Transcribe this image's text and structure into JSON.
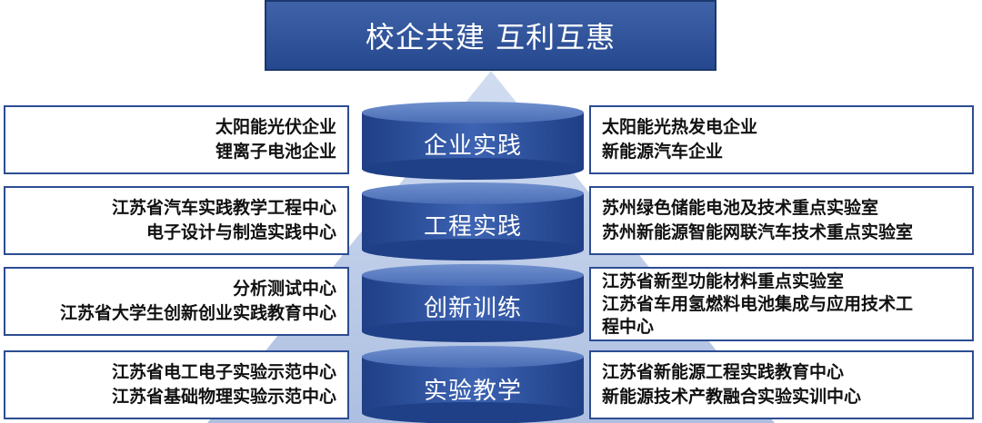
{
  "title": "校企共建 互利互惠",
  "layers": [
    {
      "label": "企业实践",
      "left": [
        "太阳能光伏企业",
        "锂离子电池企业"
      ],
      "right": [
        "太阳能光热发电企业",
        "新能源汽车企业"
      ]
    },
    {
      "label": "工程实践",
      "left": [
        "江苏省汽车实践教学工程中心",
        "电子设计与制造实践中心"
      ],
      "right": [
        "苏州绿色储能电池及技术重点实验室",
        "苏州新能源智能网联汽车技术重点实验室"
      ]
    },
    {
      "label": "创新训练",
      "left": [
        "分析测试中心",
        "江苏省大学生创新创业实践教育中心"
      ],
      "right": [
        "江苏省新型功能材料重点实验室",
        "江苏省车用氢燃料电池集成与应用技术工",
        "程中心"
      ]
    },
    {
      "label": "实验教学",
      "left": [
        "江苏省电工电子实验示范中心",
        "江苏省基础物理实验示范中心"
      ],
      "right": [
        "江苏省新能源工程实践教育中心",
        "新能源技术产教融合实验实训中心"
      ]
    }
  ],
  "colors": {
    "title_bg": "#2f53a0",
    "box_border": "#2c4d92",
    "cylinder": "#2a4f9c",
    "triangle": "#b9c9e6"
  }
}
